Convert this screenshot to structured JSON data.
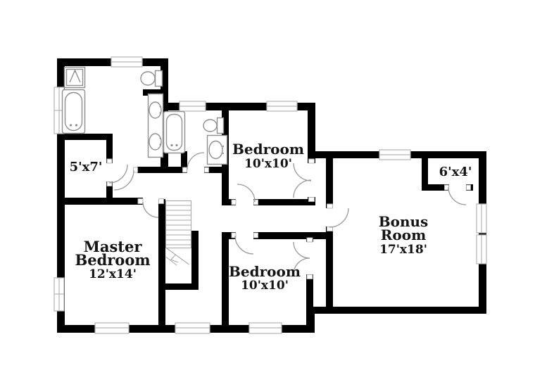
{
  "colors": {
    "wall": "#000000",
    "window_frame": "#b4b4b4",
    "door_arc": "#999999",
    "fixture": "#8f8f8f",
    "stair": "#a8a8a8",
    "label": "#141414",
    "floor": "#ffffff"
  },
  "rooms": {
    "master_bedroom": {
      "line1": "Master",
      "line2": "Bedroom",
      "dims": "12'x14'"
    },
    "bedroom_top": {
      "line1": "Bedroom",
      "dims": "10'x10'"
    },
    "bedroom_bottom": {
      "line1": "Bedroom",
      "dims": "10'x10'"
    },
    "bonus_room": {
      "line1": "Bonus",
      "line2": "Room",
      "dims": "17'x18'"
    },
    "closet_5x7": {
      "dims": "5'x7'"
    },
    "closet_6x4": {
      "dims": "6'x4'"
    }
  }
}
